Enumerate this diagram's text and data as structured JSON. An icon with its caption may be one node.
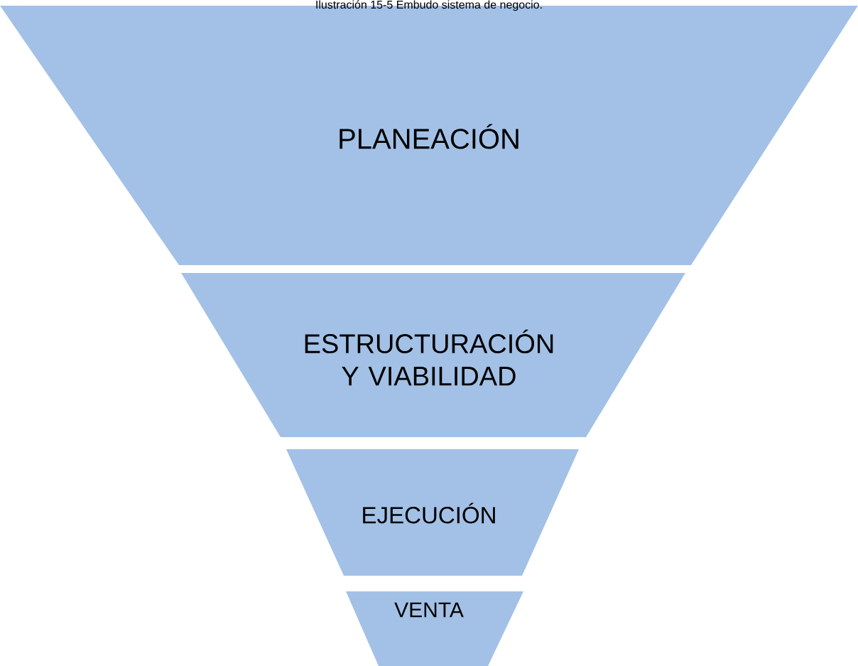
{
  "diagram": {
    "title": "Ilustración 15-5 Embudo sistema de negocio.",
    "nodes": [
      {
        "text": [
          "PLANEACIÓN"
        ]
      },
      {
        "text": [
          "ESTRUCTURACIÓN Y VIABILIDAD"
        ]
      },
      {
        "text": [
          "EJECUCIÓN"
        ]
      },
      {
        "text": [
          "VENTA"
        ]
      }
    ]
  }
}
